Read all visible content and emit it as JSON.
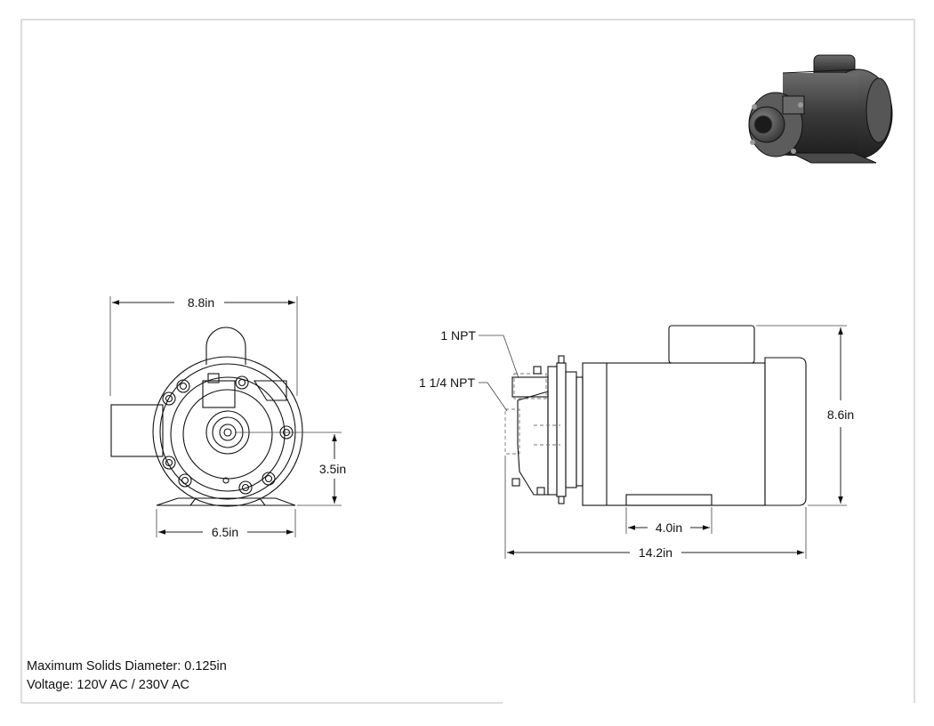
{
  "drawing": {
    "front_view": {
      "width_label": "8.8in",
      "base_width_label": "6.5in",
      "shaft_height_label": "3.5in"
    },
    "side_view": {
      "discharge_port_label": "1 NPT",
      "suction_port_label": "1 1/4 NPT",
      "height_label": "8.6in",
      "mount_width_label": "4.0in",
      "length_label": "14.2in"
    },
    "preview_icon": "pump-motor-render-icon"
  },
  "notes": {
    "solids": "Maximum Solids Diameter: 0.125in",
    "voltage": "Voltage: 120V AC / 230V AC"
  }
}
